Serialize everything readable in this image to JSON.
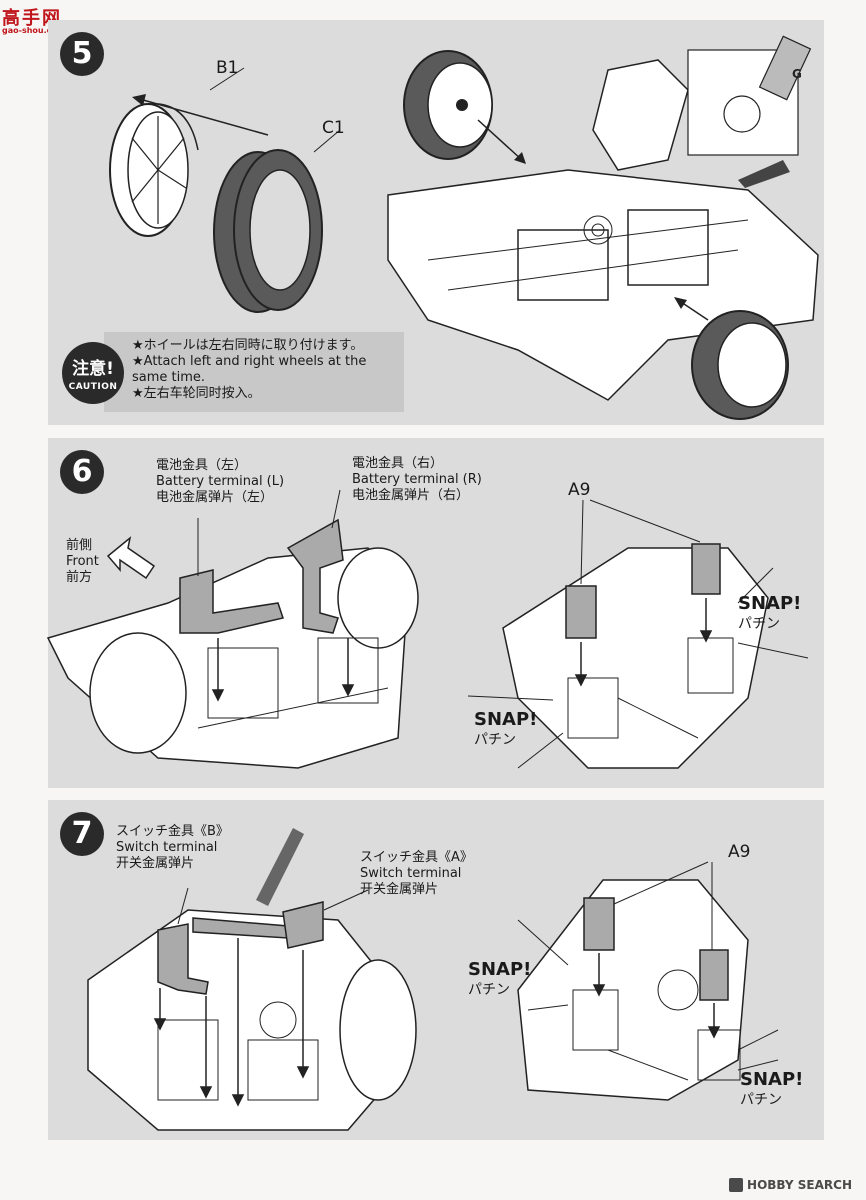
{
  "site_logo": {
    "name": "高手网",
    "url": "gao-shou.com"
  },
  "step5": {
    "number": "5",
    "part_b1": "B1",
    "part_c1": "C1",
    "caution_badge_main": "注意!",
    "caution_badge_sub": "CAUTION",
    "caution_lines": [
      "★ホイールは左右同時に取り付けます。",
      "★Attach left and right wheels at the",
      "same time.",
      "★左右车轮同时按入。"
    ]
  },
  "step6": {
    "number": "6",
    "terminal_left": [
      "電池金具（左）",
      "Battery terminal (L)",
      "电池金属弹片（左）"
    ],
    "terminal_right": [
      "電池金具（右）",
      "Battery terminal (R)",
      "电池金属弹片（右）"
    ],
    "front": [
      "前側",
      "Front",
      "前方"
    ],
    "part_a9": "A9",
    "snap_right": {
      "main": "SNAP!",
      "sub": "パチン"
    },
    "snap_left": {
      "main": "SNAP!",
      "sub": "パチン"
    }
  },
  "step7": {
    "number": "7",
    "switch_b": [
      "スイッチ金具《B》",
      "Switch terminal",
      "开关金属弹片"
    ],
    "switch_a": [
      "スイッチ金具《A》",
      "Switch terminal",
      "开关金属弹片"
    ],
    "part_a9": "A9",
    "snap_left": {
      "main": "SNAP!",
      "sub": "パチン"
    },
    "snap_right": {
      "main": "SNAP!",
      "sub": "パチン"
    }
  },
  "watermark": "HOBBY SEARCH"
}
